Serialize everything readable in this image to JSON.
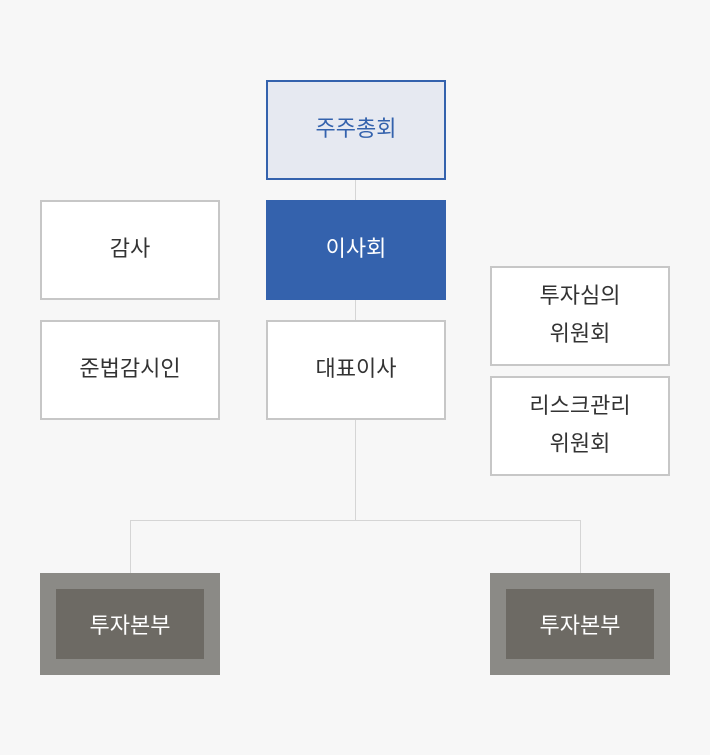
{
  "org_chart": {
    "shareholders": "주주총회",
    "board": "이사회",
    "audit": "감사",
    "compliance_officer": "준법감시인",
    "ceo": "대표이사",
    "investment_committee": "투자심의\n위원회",
    "risk_committee": "리스크관리\n위원회",
    "division_left": "투자본부",
    "division_right": "투자본부"
  },
  "colors": {
    "primary_blue": "#3462ad",
    "shareholders_fill": "#e6e9f1",
    "division_outer": "#8b8a86",
    "division_inner": "#6d6a64",
    "box_border": "#c7c7c7",
    "connector": "#d5d5d5",
    "background": "#f7f7f7"
  }
}
